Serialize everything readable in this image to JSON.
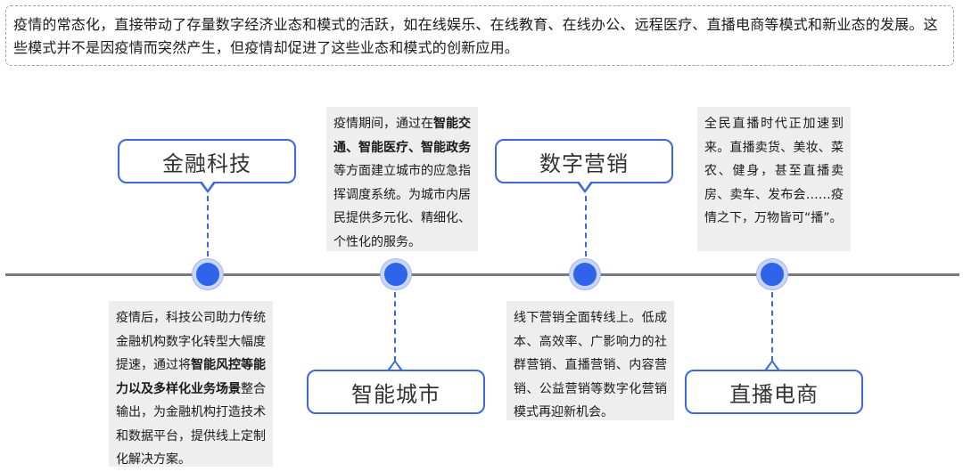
{
  "intro": {
    "text": "疫情的常态化，直接带动了存量数字经济业态和模式的活跃，如在线娱乐、在线教育、在线办公、远程医疗、直播电商等模式和新业态的发展。这些模式并不是因疫情而突然产生，但疫情却促进了这些业态和模式的创新应用。"
  },
  "nodes": [
    {
      "label": "金融科技",
      "desc": [
        {
          "t": "疫情后，科技公司助力传统金融机构数字化转型大幅度提速，通过将",
          "b": false
        },
        {
          "t": "智能风控等能力以及多样化业务场景",
          "b": true
        },
        {
          "t": "整合输出，为金融机构打造技术和数据平台，提供线上定制化解决方案。",
          "b": false
        }
      ]
    },
    {
      "label": "智能城市",
      "desc": [
        {
          "t": "疫情期间，通过在",
          "b": false
        },
        {
          "t": "智能交通、智能医疗、智能政务",
          "b": true
        },
        {
          "t": "等方面建立城市的应急指挥调度系统。为城市内居民提供多元化、精细化、个性化的服务。",
          "b": false
        }
      ]
    },
    {
      "label": "数字营销",
      "desc": [
        {
          "t": "线下营销全面转线上。低成本、高效率、广影响力的社群营销、直播营销、内容营销、公益营销等数字化营销模式再迎新机会。",
          "b": false
        }
      ]
    },
    {
      "label": "直播电商",
      "desc": [
        {
          "t": "全民直播时代正加速到来。直播卖货、美妆、菜农、健身，甚至直播卖房、卖车、发布会……疫情之下，万物皆可“播”。",
          "b": false
        }
      ]
    }
  ],
  "colors": {
    "accent": "#3b67e0",
    "node_fill": "#2f63ea",
    "desc_bg": "#eeeeee",
    "timeline": "#7a7a7a"
  }
}
